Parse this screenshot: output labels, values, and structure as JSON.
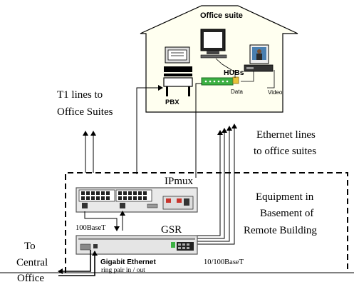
{
  "house": {
    "title": "Office suite",
    "pbx_label": "PBX",
    "hubs_label": "HUBs",
    "data_label": "Data",
    "video_label": "Video"
  },
  "labels": {
    "t1_line1": "T1 lines to",
    "t1_line2": "Office Suites",
    "eth_line1": "Ethernet lines",
    "eth_line2": "to office suites",
    "ipmux": "IPmux",
    "equip_line1": "Equipment in",
    "equip_line2": "Basement of",
    "equip_line3": "Remote Building",
    "base100": "100BaseT",
    "gsr": "GSR",
    "to_line1": "To",
    "to_line2": "Central",
    "to_line3": "Office",
    "gigabit": "Gigabit Ethernet",
    "ring": "ring pair in / out",
    "base10100": "10/100BaseT"
  },
  "colors": {
    "house_fill": "#fffff0",
    "accent_green": "#3cb043",
    "accent_yellow": "#e8c23a",
    "accent_red": "#c8342c"
  }
}
